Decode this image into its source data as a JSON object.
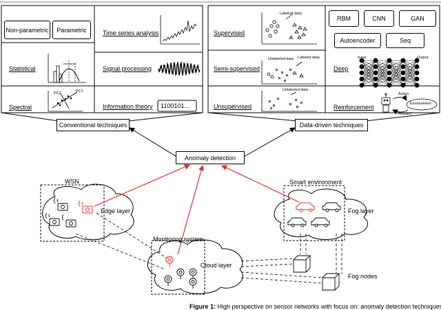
{
  "header": {
    "cut_text": "anomaly detection techniques"
  },
  "conventional": {
    "non_parametric": "Non-parametric",
    "parametric": "Parametric",
    "statistical": "Statistical",
    "spectral": "Spectral",
    "time_series": "Time series analysis",
    "signal_processing": "Signal processing",
    "information_theory": "Information theory",
    "info_code": "1100101...",
    "pc1": "PC1",
    "pc2": "PC2",
    "label": "Conventional techniques"
  },
  "data_driven": {
    "supervised": "Supervised",
    "semi_supervised": "Semi-supervised",
    "unsupervised": "Unsupervised",
    "deep": "Deep",
    "reinforcement": "Reinforcement",
    "labeled_data": "Labeled data",
    "unlabeled_data": "Unlabeled data",
    "rbm": "RBM",
    "cnn": "CNN",
    "gan": "GAN",
    "autoencoder": "Autoencoder",
    "seq": "Seq",
    "input": "Input",
    "output": "Output",
    "action": "Action",
    "reward": "Reward",
    "environment": "Environment",
    "label": "Data-driven techniques"
  },
  "anomaly_detection": "Anomaly detection",
  "network": {
    "wsn": "WSN",
    "edge_layer": "Edge layer",
    "smart_environment": "Smart environment",
    "fog_layer": "Fog layer",
    "monitoring_system": "Monitoring system",
    "cloud_layer": "Cloud layer",
    "fog_nodes": "Fog nodes"
  },
  "caption": {
    "figure": "Figure 1:",
    "text": " High perspective on sensor networks with focus on: anomaly detection techniques"
  },
  "colors": {
    "highlight": "#e8272a",
    "line": "#000000"
  }
}
